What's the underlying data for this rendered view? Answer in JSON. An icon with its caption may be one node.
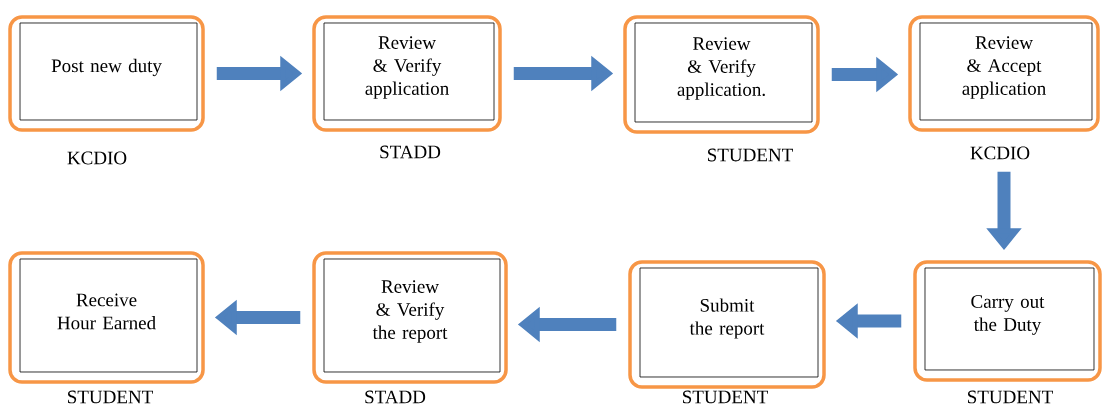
{
  "diagram": {
    "nodes": [
      {
        "text": [
          "Post new duty"
        ],
        "beside": [
          "KCDIO"
        ]
      },
      {
        "text": [
          "Review & Verify application"
        ],
        "beside": [
          "STADD"
        ]
      },
      {
        "text": [
          "Review & Verify application."
        ],
        "beside": [
          "STUDENT"
        ]
      },
      {
        "text": [
          "Review & Accept application"
        ],
        "beside": [
          "KCDIO"
        ]
      },
      {
        "text": [
          "Receive Hour Earned"
        ],
        "beside": [
          "STUDENT"
        ]
      },
      {
        "text": [
          "Review & Verify the report"
        ],
        "beside": [
          "STADD"
        ]
      },
      {
        "text": [
          "Submit the report"
        ],
        "beside": [
          "STUDENT"
        ]
      },
      {
        "text": [
          "Carry out the Duty"
        ],
        "beside": [
          "STUDENT"
        ]
      }
    ],
    "edges": [
      {
        "from": 0,
        "to": 1,
        "arrow": "to"
      },
      {
        "from": 1,
        "to": 2,
        "arrow": "to"
      },
      {
        "from": 2,
        "to": 3,
        "arrow": "to"
      },
      {
        "from": 3,
        "to": 7,
        "arrow": "to"
      },
      {
        "from": 7,
        "to": 6,
        "arrow": "to"
      },
      {
        "from": 6,
        "to": 5,
        "arrow": "to"
      },
      {
        "from": 5,
        "to": 4,
        "arrow": "to"
      }
    ]
  }
}
